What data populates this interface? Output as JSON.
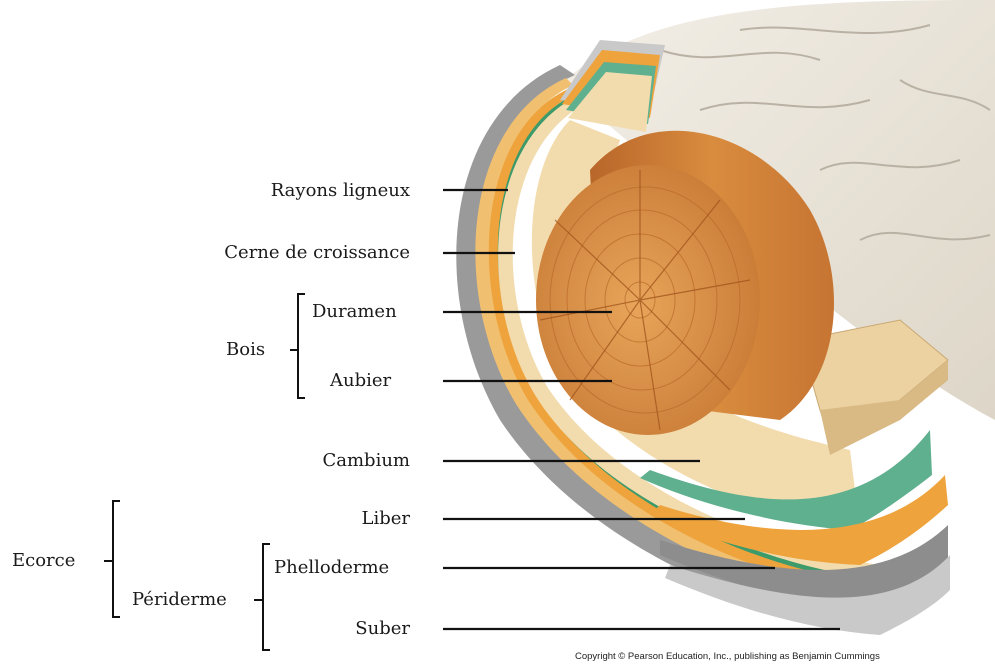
{
  "labels": {
    "rayons_ligneux": "Rayons ligneux",
    "cerne_de_croissance": "Cerne de croissance",
    "duramen": "Duramen",
    "aubier": "Aubier",
    "bois": "Bois",
    "cambium": "Cambium",
    "liber": "Liber",
    "phelloderme": "Phelloderme",
    "suber": "Suber",
    "periderme": "Périderme",
    "ecorce": "Ecorce"
  },
  "copyright": "Copyright © Pearson Education, Inc., publishing as Benjamin Cummings",
  "colors": {
    "heartwood": "#c8782f",
    "sapwood": "#f2dcae",
    "cambium": "#5fb08f",
    "phloem": "#eea33c",
    "phelloderm": "#8d8d8d",
    "cork": "#c9c9c9",
    "bark_surface": "#ece7dd",
    "leader_lines": "#111111"
  }
}
